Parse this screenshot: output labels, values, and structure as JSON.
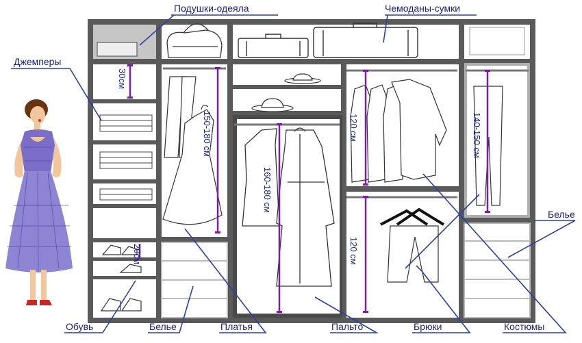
{
  "labels": {
    "pillows": "Подушки-одеяла",
    "suitcases": "Чемоданы-сумки",
    "jumpers": "Джемперы",
    "shoes": "Обувь",
    "linen_left": "Белье",
    "dresses": "Платья",
    "coat": "Пальто",
    "trousers": "Брюки",
    "suits": "Костюмы",
    "linen_right": "Белье"
  },
  "dimensions": {
    "jumper_shelf": "30см",
    "dress_height": "150-180 см",
    "shoe_shelf": "20см",
    "coat_height": "160-180 см",
    "suit_height": "120 см",
    "lower_height": "120 см",
    "trouser_height": "140-150 см"
  },
  "colors": {
    "frame": "#5a5a5a",
    "label_text": "#1a237e",
    "pointer": "#2d3ea8",
    "dimension_line": "#7b1fa2",
    "dress_plaid": "#6a5acd",
    "skin": "#f2c79f",
    "hair": "#6b3410",
    "lips": "#d32f2f"
  },
  "icons": [
    "woman-figure-icon",
    "pillow-bag-icon",
    "suitcase-icon",
    "folded-sweaters-icon",
    "sneakers-icon",
    "dress-icon",
    "coat-icon",
    "shirt-icon",
    "trousers-icon",
    "hat-icon"
  ]
}
